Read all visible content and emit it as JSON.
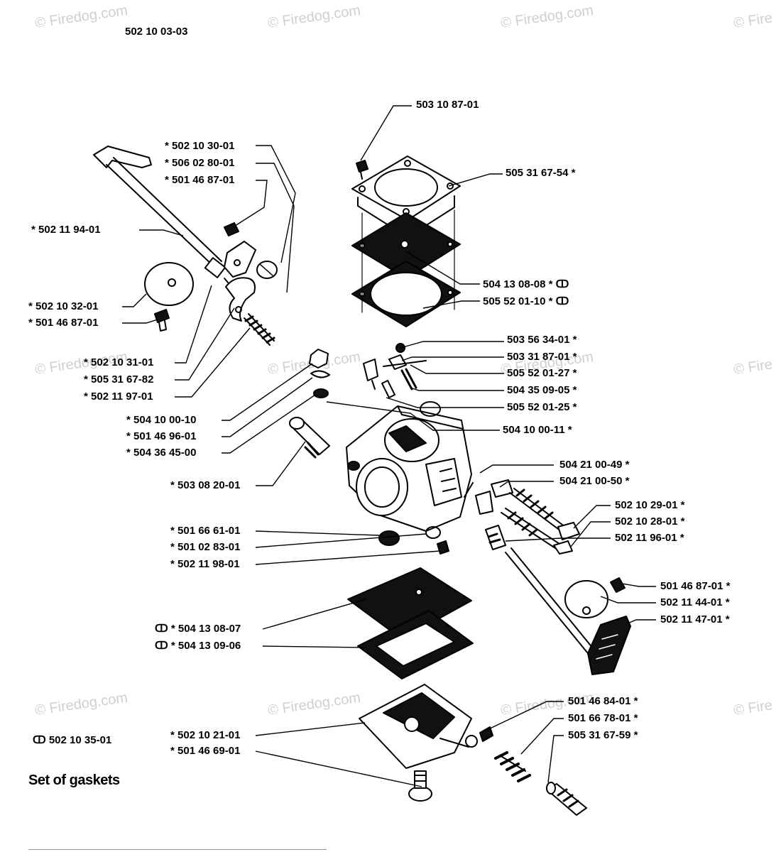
{
  "watermark": "© Firedog.com",
  "watermark_partial": "© Fire",
  "document_number": "502 10 03-03",
  "legend": "ↀ 502 10 35-01",
  "title": "Set of gaskets",
  "parts": [
    {
      "id": "p01",
      "text": "503 10 87-01"
    },
    {
      "id": "p02",
      "text": "505 31 67-54 *"
    },
    {
      "id": "p03",
      "text": "* 502 10 30-01"
    },
    {
      "id": "p04",
      "text": "* 506 02 80-01"
    },
    {
      "id": "p05",
      "text": "* 501 46 87-01"
    },
    {
      "id": "p06",
      "text": "* 502 11 94-01"
    },
    {
      "id": "p07",
      "text": "504 13 08-08 * ↀ"
    },
    {
      "id": "p08",
      "text": "505 52 01-10 * ↀ"
    },
    {
      "id": "p09",
      "text": "* 502 10 32-01"
    },
    {
      "id": "p10",
      "text": "* 501 46 87-01"
    },
    {
      "id": "p11",
      "text": "503 56 34-01 *"
    },
    {
      "id": "p12",
      "text": "503 31 87-01 *"
    },
    {
      "id": "p13",
      "text": "* 502 10 31-01"
    },
    {
      "id": "p14",
      "text": "505 52 01-27 *"
    },
    {
      "id": "p15",
      "text": "* 505 31 67-82"
    },
    {
      "id": "p16",
      "text": "504 35 09-05 *"
    },
    {
      "id": "p17",
      "text": "* 502 11 97-01"
    },
    {
      "id": "p18",
      "text": "505 52 01-25 *"
    },
    {
      "id": "p19",
      "text": "* 504 10 00-10"
    },
    {
      "id": "p20",
      "text": "504 10 00-11 *"
    },
    {
      "id": "p21",
      "text": "* 501 46 96-01"
    },
    {
      "id": "p22",
      "text": "* 504 36 45-00"
    },
    {
      "id": "p23",
      "text": "504 21 00-49 *"
    },
    {
      "id": "p24",
      "text": "* 503 08 20-01"
    },
    {
      "id": "p25",
      "text": "504 21 00-50 *"
    },
    {
      "id": "p26",
      "text": "502 10 29-01 *"
    },
    {
      "id": "p27",
      "text": "* 501 66 61-01"
    },
    {
      "id": "p28",
      "text": "502 10 28-01 *"
    },
    {
      "id": "p29",
      "text": "* 501 02 83-01"
    },
    {
      "id": "p30",
      "text": "502 11 96-01 *"
    },
    {
      "id": "p31",
      "text": "* 502 11 98-01"
    },
    {
      "id": "p32",
      "text": "501 46 87-01 *"
    },
    {
      "id": "p33",
      "text": "502 11 44-01 *"
    },
    {
      "id": "p34",
      "text": "ↀ * 504 13 08-07"
    },
    {
      "id": "p35",
      "text": "502 11 47-01 *"
    },
    {
      "id": "p36",
      "text": "ↀ * 504 13 09-06"
    },
    {
      "id": "p37",
      "text": "501 46 84-01 *"
    },
    {
      "id": "p38",
      "text": "501 66 78-01 *"
    },
    {
      "id": "p39",
      "text": "* 502 10 21-01"
    },
    {
      "id": "p40",
      "text": "505 31 67-59 *"
    },
    {
      "id": "p41",
      "text": "* 501 46 69-01"
    }
  ]
}
